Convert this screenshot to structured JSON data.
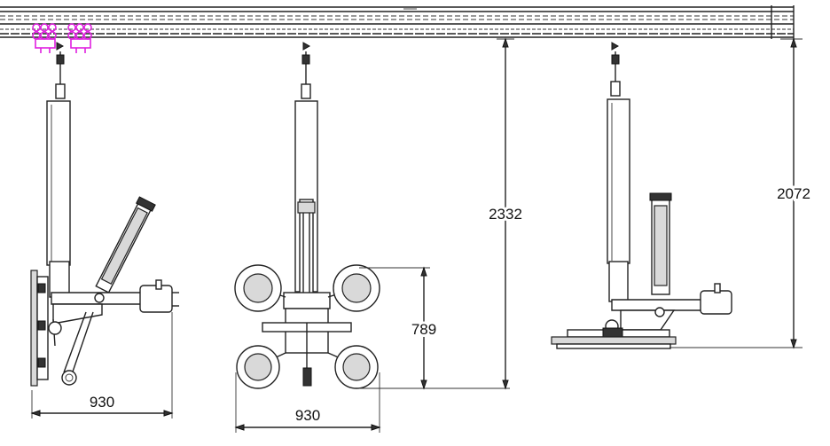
{
  "dimensions": {
    "left_width": "930",
    "middle_width": "930",
    "middle_height": "789",
    "overall_height": "2332",
    "right_height": "2072"
  },
  "colors": {
    "line": "#222222",
    "accent_magenta": "#e020e0",
    "background": "#ffffff"
  },
  "icons": {
    "trolley": "magenta-trolley-icon",
    "arrow": "right-arrow-icon"
  }
}
